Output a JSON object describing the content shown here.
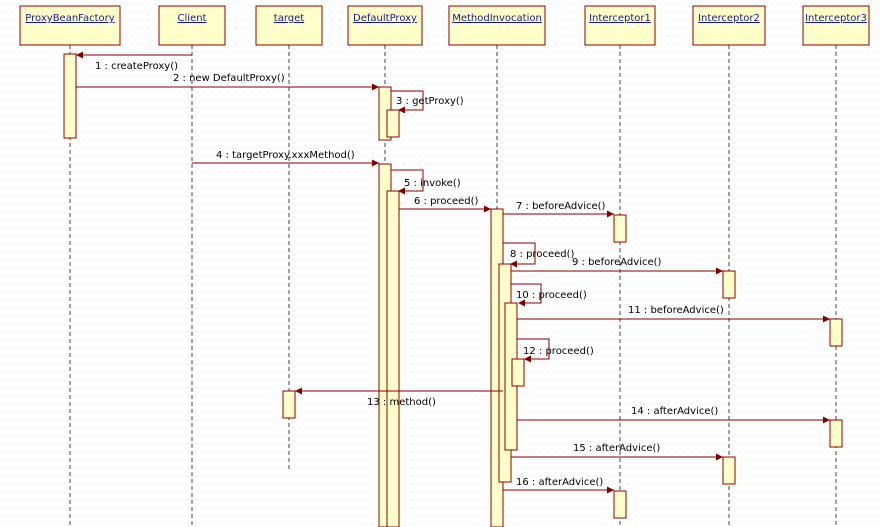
{
  "colors": {
    "header_fill": "#ffffcc",
    "header_border": "#8b0000",
    "header_text": "#1a1a8c",
    "activation_fill": "#ffffcc",
    "message_line": "#800000",
    "lifeline": "#444444"
  },
  "lifelines": [
    {
      "id": "pbf",
      "label": "ProxyBeanFactory"
    },
    {
      "id": "client",
      "label": "Client"
    },
    {
      "id": "target",
      "label": "target"
    },
    {
      "id": "dp",
      "label": "DefaultProxy"
    },
    {
      "id": "mi",
      "label": "MethodInvocation"
    },
    {
      "id": "i1",
      "label": "Interceptor1"
    },
    {
      "id": "i2",
      "label": "Interceptor2"
    },
    {
      "id": "i3",
      "label": "Interceptor3"
    }
  ],
  "messages": [
    {
      "label": "1 : createProxy()"
    },
    {
      "label": "2 : new DefaultProxy()"
    },
    {
      "label": "3 : getProxy()"
    },
    {
      "label": "4 : targetProxy.xxxMethod()"
    },
    {
      "label": "5 : invoke()"
    },
    {
      "label": "6 : proceed()"
    },
    {
      "label": "7 : beforeAdvice()"
    },
    {
      "label": "8 : proceed()"
    },
    {
      "label": "9 : beforeAdvice()"
    },
    {
      "label": "10 : proceed()"
    },
    {
      "label": "11 : beforeAdvice()"
    },
    {
      "label": "12 : proceed()"
    },
    {
      "label": "13 : method()"
    },
    {
      "label": "14 : afterAdvice()"
    },
    {
      "label": "15 : afterAdvice()"
    },
    {
      "label": "16 : afterAdvice()"
    }
  ]
}
